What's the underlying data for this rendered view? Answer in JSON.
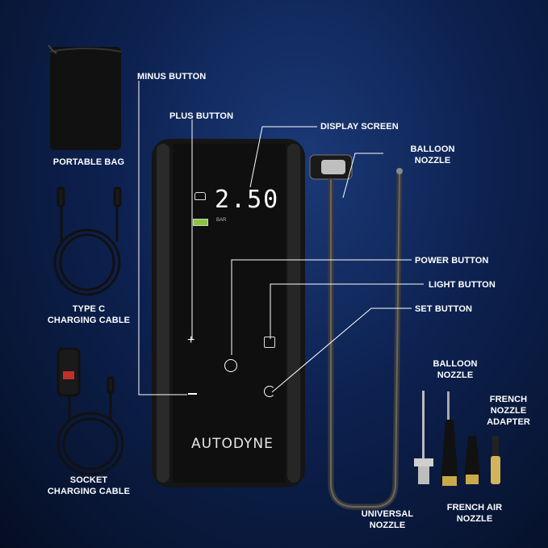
{
  "brand": "AUTODYNE",
  "display": {
    "pressure": "2.50",
    "unit": "BAR"
  },
  "labels": {
    "minus_button": "MINUS BUTTON",
    "plus_button": "PLUS BUTTON",
    "display_screen": "DISPLAY SCREEN",
    "balloon_nozzle_top": "BALLOON\nNOZZLE",
    "portable_bag": "PORTABLE BAG",
    "type_c_cable": "TYPE C\nCHARGING CABLE",
    "socket_cable": "SOCKET\nCHARGING CABLE",
    "power_button": "POWER BUTTON",
    "light_button": "LIGHT BUTTON",
    "set_button": "SET BUTTON",
    "balloon_nozzle_bottom": "BALLOON\nNOZZLE",
    "french_nozzle_adapter": "FRENCH\nNOZZLE\nADAPTER",
    "universal_nozzle": "UNIVERSAL\nNOZZLE",
    "french_air_nozzle": "FRENCH AIR\nNOZZLE"
  },
  "icons": [
    "car-icon",
    "battery-icon",
    "plus-icon",
    "power-icon",
    "light-icon",
    "minus-icon",
    "set-icon"
  ],
  "colors": {
    "background": "#0d2150",
    "device_body": "#141414",
    "text": "#ffffff"
  }
}
